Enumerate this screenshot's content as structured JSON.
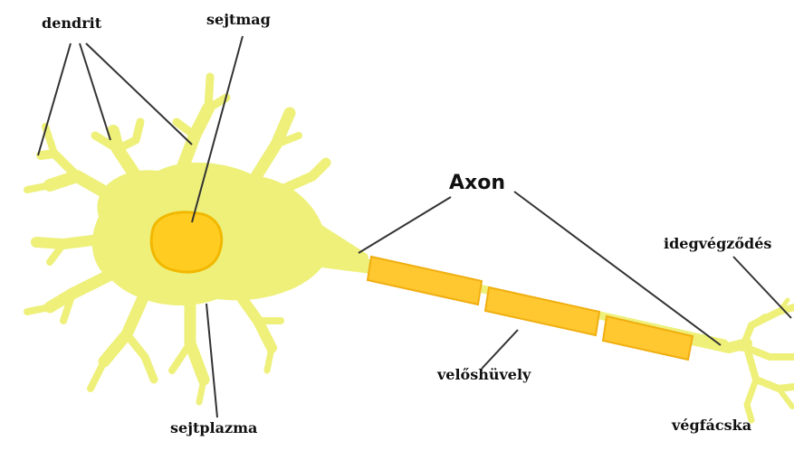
{
  "labels": {
    "dendrite": "dendrit",
    "nucleus": "sejtmag",
    "axon": "Axon",
    "nerve_ending": "idegvégződés",
    "myelin_sheath": "velőshüvely",
    "cytoplasm": "sejtplazma",
    "terminal_branches": "végfácska"
  },
  "colors": {
    "cell_body": "#eef07a",
    "cell_outline": "#e2e45a",
    "nucleus": "#ffcc22",
    "nucleus_outline": "#f2b800",
    "myelin": "#ffc830",
    "myelin_outline": "#f0ae10",
    "leader_line": "#333333",
    "background": "#ffffff"
  }
}
